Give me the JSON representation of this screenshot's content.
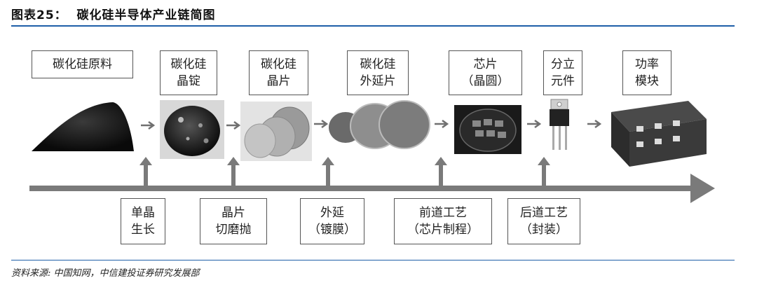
{
  "title": "图表25：  碳化硅半导体产业链简图",
  "colors": {
    "accent": "#1f5fa8",
    "arrow": "#707070",
    "box_border": "#555555"
  },
  "products": [
    "碳化硅原料",
    "碳化硅\n晶锭",
    "碳化硅\n晶片",
    "碳化硅\n外延片",
    "芯片\n（晶圆）",
    "分立\n元件",
    "功率\n模块"
  ],
  "processes": [
    "单晶\n生长",
    "晶片\n切磨抛",
    "外延\n（镀膜）",
    "前道工艺\n（芯片制程）",
    "后道工艺\n（封装）"
  ],
  "source": "资料来源: 中国知网，中信建投证券研究发展部"
}
